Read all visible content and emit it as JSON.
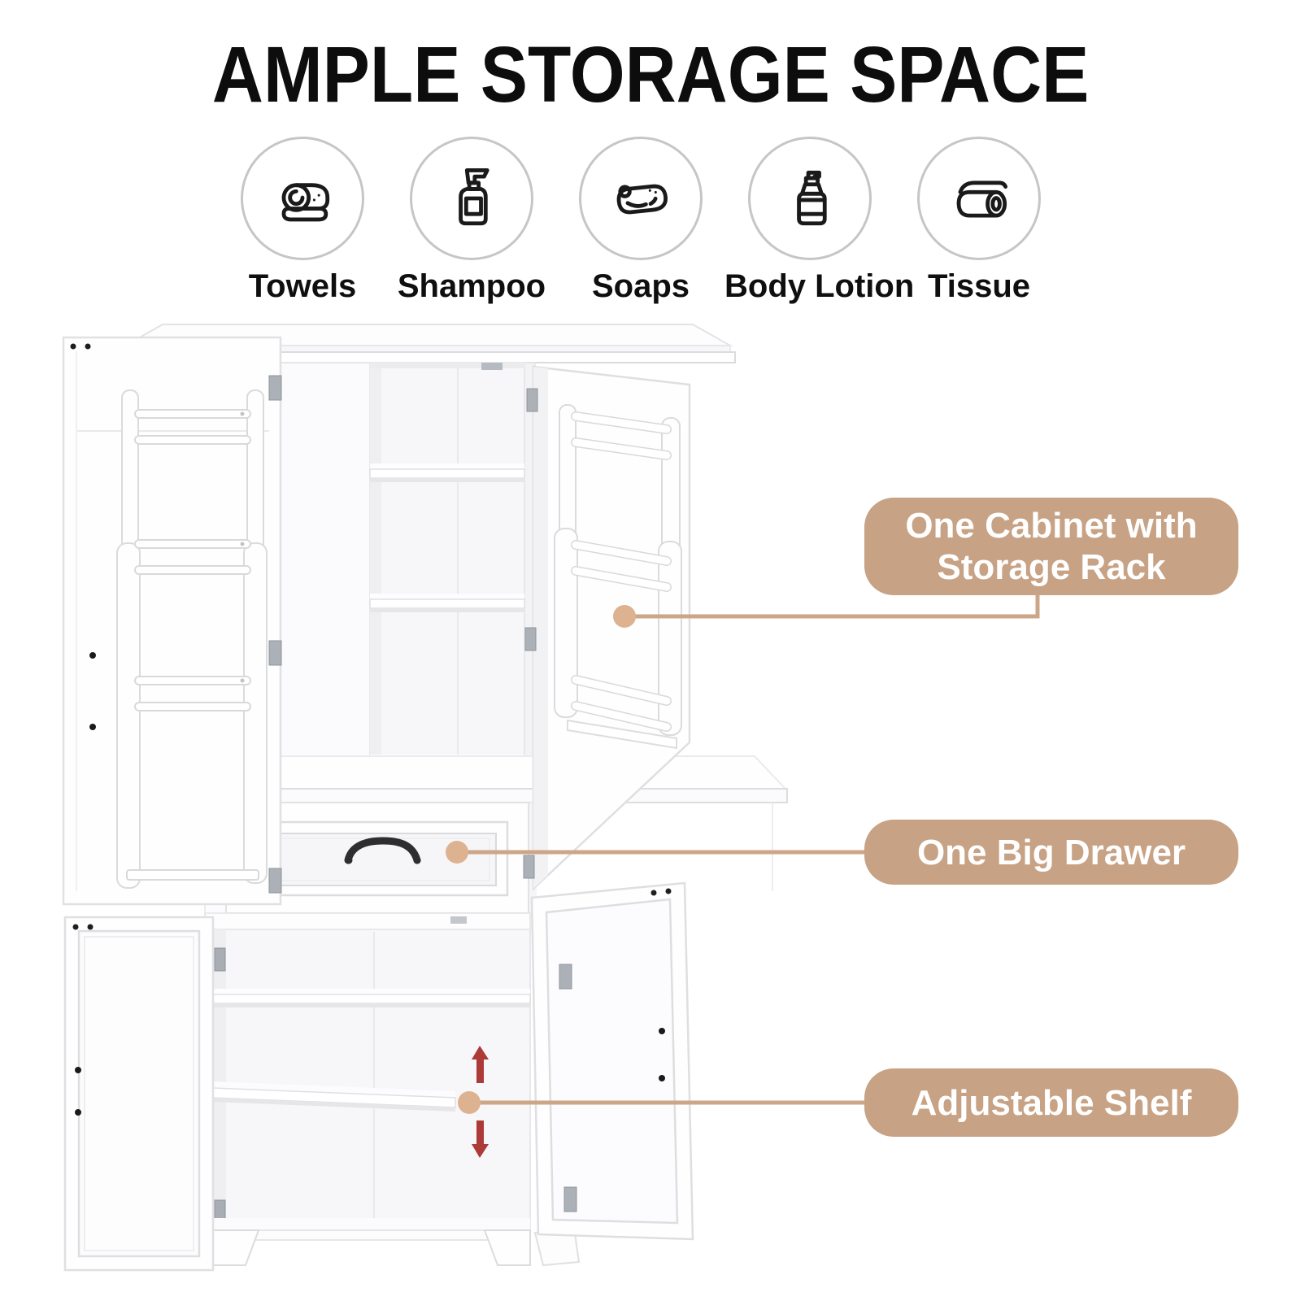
{
  "title": {
    "text": "AMPLE STORAGE SPACE",
    "color": "#0d0d0d"
  },
  "features": {
    "items": [
      {
        "icon": "towel-roll-icon",
        "label": "Towels"
      },
      {
        "icon": "shampoo-pump-icon",
        "label": "Shampoo"
      },
      {
        "icon": "soap-bar-icon",
        "label": "Soaps"
      },
      {
        "icon": "lotion-bottle-icon",
        "label": "Body Lotion"
      },
      {
        "icon": "tissue-roll-icon",
        "label": "Tissue"
      }
    ]
  },
  "callouts": {
    "pill_color": "#c7a284",
    "line_color": "#cda687",
    "dot_color": "#ddb291",
    "text_color": "#ffffff",
    "items": [
      {
        "line1": "One Cabinet with",
        "line2": "Storage Rack"
      },
      {
        "line1": "One Big Drawer"
      },
      {
        "line1": "Adjustable Shelf"
      }
    ]
  },
  "cabinet": {
    "body_color": "#ffffff",
    "adjust_arrow_color": "#ac3a38"
  }
}
